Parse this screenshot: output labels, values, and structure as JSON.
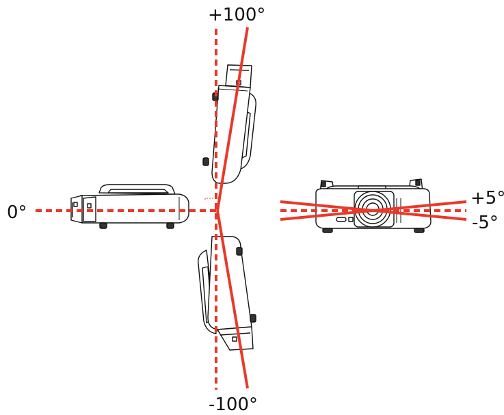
{
  "labels": {
    "top": "+100°",
    "bottom": "-100°",
    "left": "0°",
    "right_top": "+5°",
    "right_bottom": "-5°"
  },
  "colors": {
    "accent": "#e8392a",
    "outline": "#111111",
    "background": "#ffffff"
  }
}
